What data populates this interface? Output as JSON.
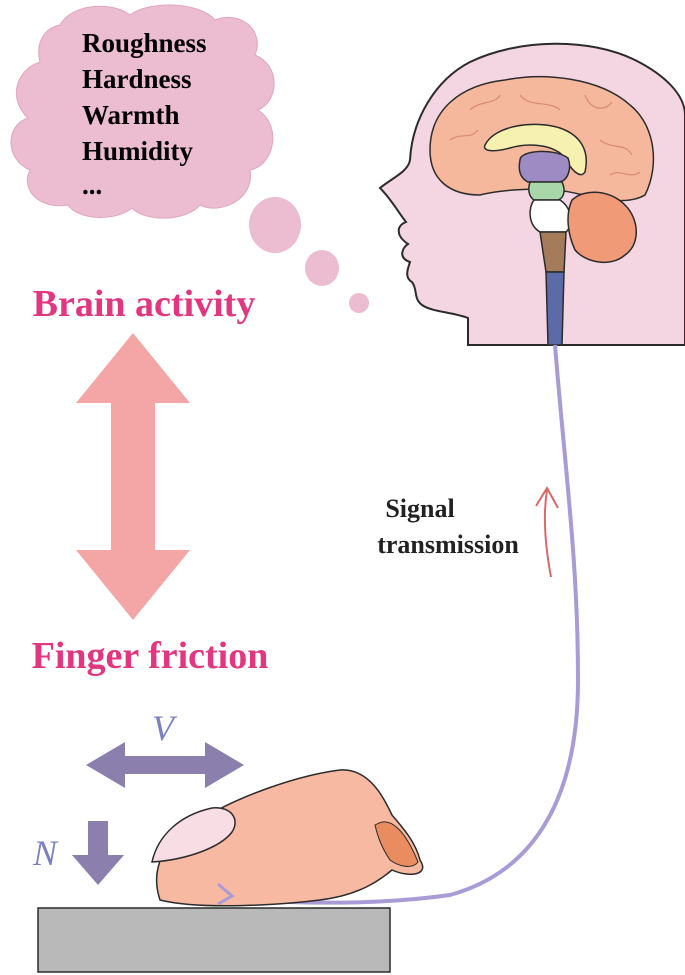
{
  "thought_bubble": {
    "lines": [
      "Roughness",
      "Hardness",
      "Warmth",
      "Humidity",
      "..."
    ]
  },
  "labels": {
    "brain_activity": "Brain activity",
    "finger_friction": "Finger friction",
    "signal_line1": "Signal",
    "signal_line2": "transmission",
    "velocity": "V",
    "normal_force": "N"
  },
  "colors": {
    "label_pink": "#e2367e",
    "bubble_fill": "#ecbcd0",
    "double_arrow": "#f4a5a5",
    "force_arrow": "#8b7fae",
    "nerve": "#a99bd6",
    "skin": "#f7b9a1",
    "head": "#f4d6e2",
    "surface": "#b9b9b9"
  }
}
